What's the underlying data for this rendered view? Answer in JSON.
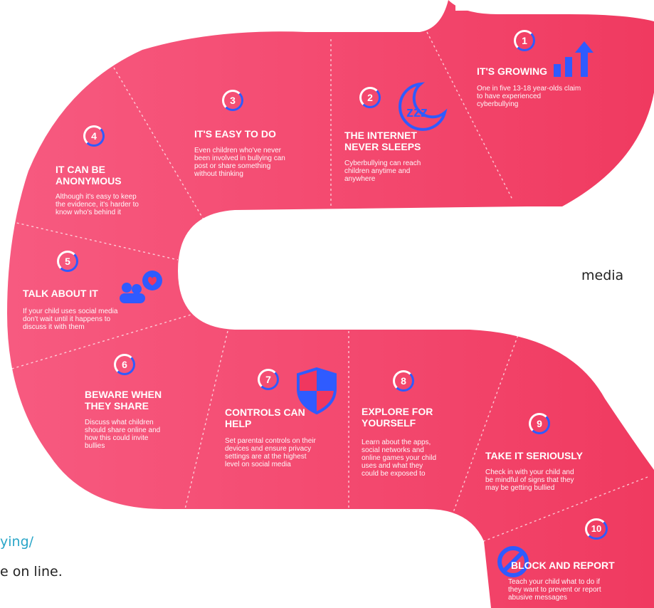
{
  "steps": [
    {
      "n": "1",
      "title": "IT'S GROWING",
      "desc": "One in five 13-18 year-olds claim\nto have experienced\ncyberbullying"
    },
    {
      "n": "2",
      "title": "THE INTERNET\nNEVER SLEEPS",
      "desc": "Cyberbullying can reach\nchildren anytime and\nanywhere"
    },
    {
      "n": "3",
      "title": "IT'S EASY TO DO",
      "desc": "Even children who've never\nbeen involved in bullying can\npost or share something\nwithout thinking"
    },
    {
      "n": "4",
      "title": "IT CAN BE\nANONYMOUS",
      "desc": "Although it's easy to keep\nthe evidence, it's harder to\nknow who's behind it"
    },
    {
      "n": "5",
      "title": "TALK ABOUT IT",
      "desc": "If your child uses social media\ndon't wait until it happens to\ndiscuss it with them"
    },
    {
      "n": "6",
      "title": "BEWARE WHEN\nTHEY SHARE",
      "desc": "Discuss what children\nshould share online and\nhow this could invite\nbullies"
    },
    {
      "n": "7",
      "title": "CONTROLS CAN\nHELP",
      "desc": "Set parental controls on their\ndevices and ensure privacy\nsettings are at the highest\nlevel on social media"
    },
    {
      "n": "8",
      "title": "EXPLORE FOR\nYOURSELF",
      "desc": "Learn about the apps,\nsocial networks and\nonline games your child\nuses and what they\ncould be exposed to"
    },
    {
      "n": "9",
      "title": "TAKE IT SERIOUSLY",
      "desc": "Check in with your child and\nbe mindful of signs that they\nmay be getting bullied"
    },
    {
      "n": "10",
      "title": "BLOCK AND REPORT",
      "desc": "Teach your child what to do if\nthey want to prevent or report\nabusive messages"
    }
  ],
  "background_text": {
    "media": "media",
    "link_fragment": "ying/",
    "line_fragment": "e on line."
  },
  "colors": {
    "band_start": "#f5557a",
    "band_end": "#f0375f",
    "accent_blue": "#2f5bff",
    "link": "#2aa6c8"
  },
  "icons": [
    "bar-chart-arrow-icon",
    "moon-sleep-icon",
    "chat-people-icon",
    "shield-icon",
    "block-icon"
  ]
}
